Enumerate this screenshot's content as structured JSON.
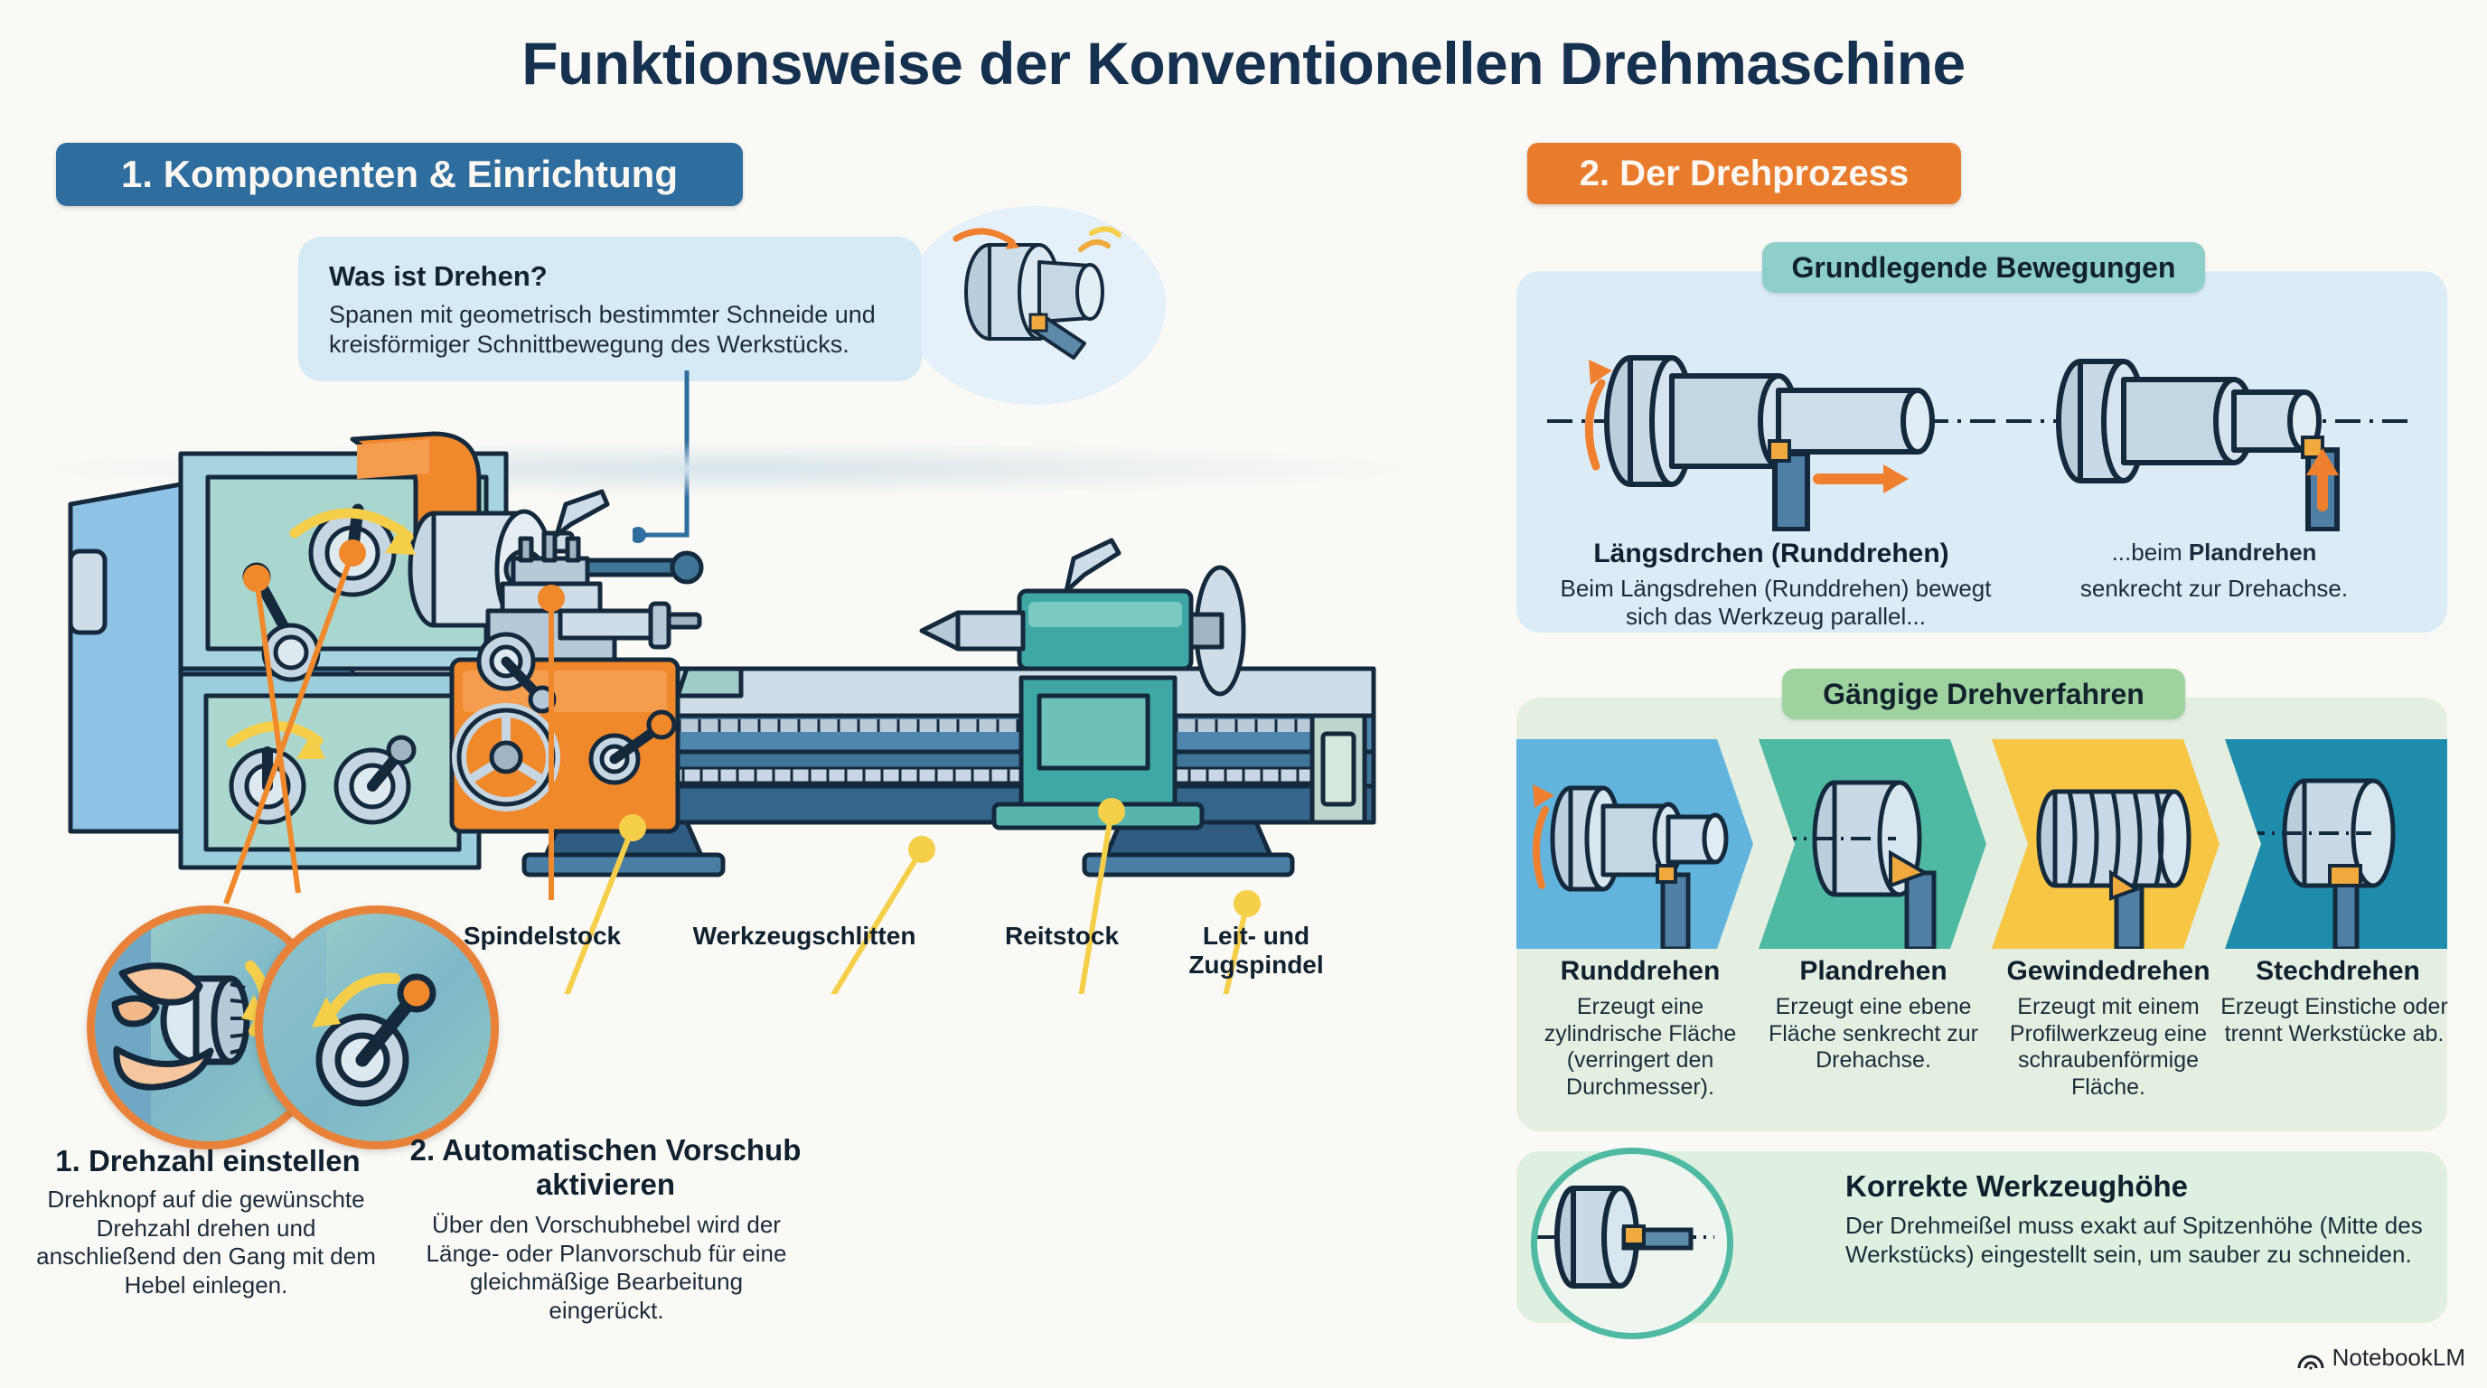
{
  "title": "Funktionsweise der Konventionellen Drehmaschine",
  "sections": {
    "left": {
      "label": "1. Komponenten & Einrichtung"
    },
    "right": {
      "label": "2. Der Drehprozess"
    }
  },
  "intro_callout": {
    "heading": "Was ist Drehen?",
    "body": "Spanen mit geometrisch bestimmter Schneide und kreisförmiger Schnittbewegung des Werkstücks."
  },
  "machine_labels": [
    {
      "text": "Spindelstock"
    },
    {
      "text": "Werkzeugschlitten"
    },
    {
      "text": "Reitstock"
    },
    {
      "text": "Leit- und\nZugspindel"
    }
  ],
  "steps": [
    {
      "title": "1. Drehzahl einstellen",
      "body": "Drehknopf auf die gewünschte Drehzahl drehen und anschließend den Gang mit dem Hebel einlegen.",
      "icon": "hand-turning-knob-icon"
    },
    {
      "title": "2. Automatischen Vorschub aktivieren",
      "body": "Über den Vorschubhebel wird der Länge- oder Planvorschub für eine gleichmäßige Bearbeitung eingerückt.",
      "icon": "feed-lever-icon"
    }
  ],
  "movements": {
    "heading": "Grundlegende Bewegungen",
    "items": [
      {
        "title": "Längsdrchen (Runddrehen)",
        "body": "Beim Längsdrehen (Runddrehen) bewegt sich das Werkzeug parallel...",
        "icon": "longitudinal-turning-icon"
      },
      {
        "title": "",
        "body_pre": "...beim ",
        "body_bold": "Plandrehen",
        "body_post": "senkrecht zur Drehachse.",
        "icon": "face-turning-icon"
      }
    ]
  },
  "methods": {
    "heading": "Gängige Drehverfahren",
    "items": [
      {
        "name": "Runddrehen",
        "desc": "Erzeugt eine zylindrische Fläche (verringert den Durchmesser).",
        "color": "#62b4dd",
        "icon": "round-turning-icon"
      },
      {
        "name": "Plandrehen",
        "desc": "Erzeugt eine ebene Fläche senkrecht zur Drehachse.",
        "color": "#4fb9a3",
        "icon": "face-turning-icon"
      },
      {
        "name": "Gewindedrehen",
        "desc": "Erzeugt mit einem Profilwerkzeug eine schraubenförmige Fläche.",
        "color": "#f6c council",
        "icon": "thread-turning-icon"
      },
      {
        "name": "Stechdrehen",
        "desc": "Erzeugt Einstiche oder trennt Werkstücke ab.",
        "color": "#1f8cab",
        "icon": "grooving-icon"
      }
    ]
  },
  "tool_height": {
    "heading": "Korrekte Werkzeughöhe",
    "body": "Der Drehmeißel muss exakt auf Spitzenhöhe (Mitte des Werkstücks) eingestellt sein, um sauber zu schneiden.",
    "icon": "tool-centre-height-icon"
  },
  "watermark": {
    "text": "NotebookLM",
    "icon": "notebooklm-logo-icon"
  },
  "colors": {
    "title": "#16314f",
    "section_blue": "#2e6d9e",
    "section_orange": "#e87b2c",
    "callout_blue": "#d6eaf6",
    "panel_blue": "#dcecf7",
    "panel_green": "#e4efe2",
    "pill_teal": "#8fcfca",
    "pill_green": "#9ed3a0",
    "accent_orange": "#f07b2a",
    "accent_yellow": "#f6cf4a",
    "machine_blue": "#5fa3d4",
    "machine_teal": "#9fccc6",
    "outline": "#15293d"
  }
}
